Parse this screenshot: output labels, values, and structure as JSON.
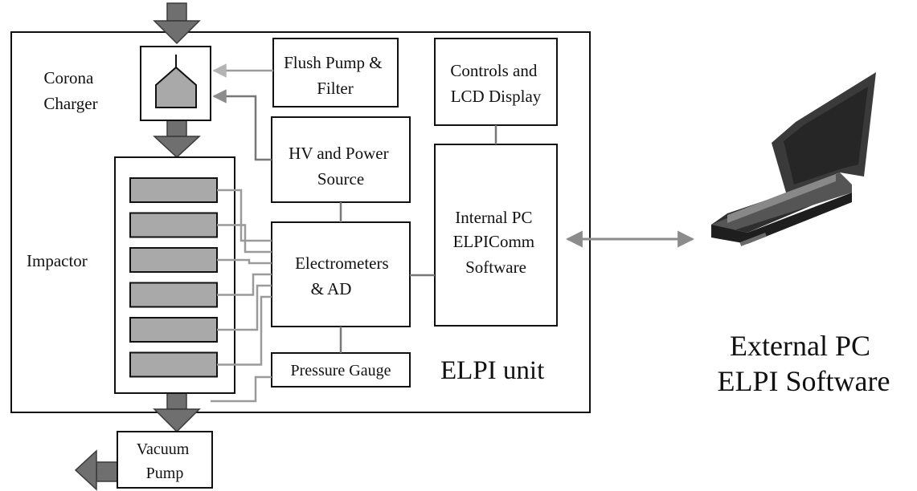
{
  "unit_label": "ELPI unit",
  "blocks": {
    "corona_charger": [
      "Corona",
      "Charger"
    ],
    "flush_pump": [
      "Flush Pump &",
      "Filter"
    ],
    "controls": [
      "Controls and",
      "LCD Display"
    ],
    "hv_power": [
      "HV and Power",
      "Source"
    ],
    "internal_pc": [
      "Internal PC",
      "ELPIComm",
      "Software"
    ],
    "electrometers": [
      "Electrometers",
      "& AD"
    ],
    "impactor": "Impactor",
    "pressure_gauge": "Pressure Gauge",
    "vacuum_pump": [
      "Vacuum",
      "Pump"
    ]
  },
  "external_pc": [
    "External PC",
    "ELPI Software"
  ],
  "impactor_stages": 6,
  "colors": {
    "stage_fill": "#a9a9a9",
    "flow_arrow": "#6f6f6f",
    "wire": "#9a9a9a",
    "laptop_body": "#4a4a4a"
  },
  "icons": {
    "laptop": "laptop-icon",
    "charger_needle": "corona-needle-icon"
  }
}
